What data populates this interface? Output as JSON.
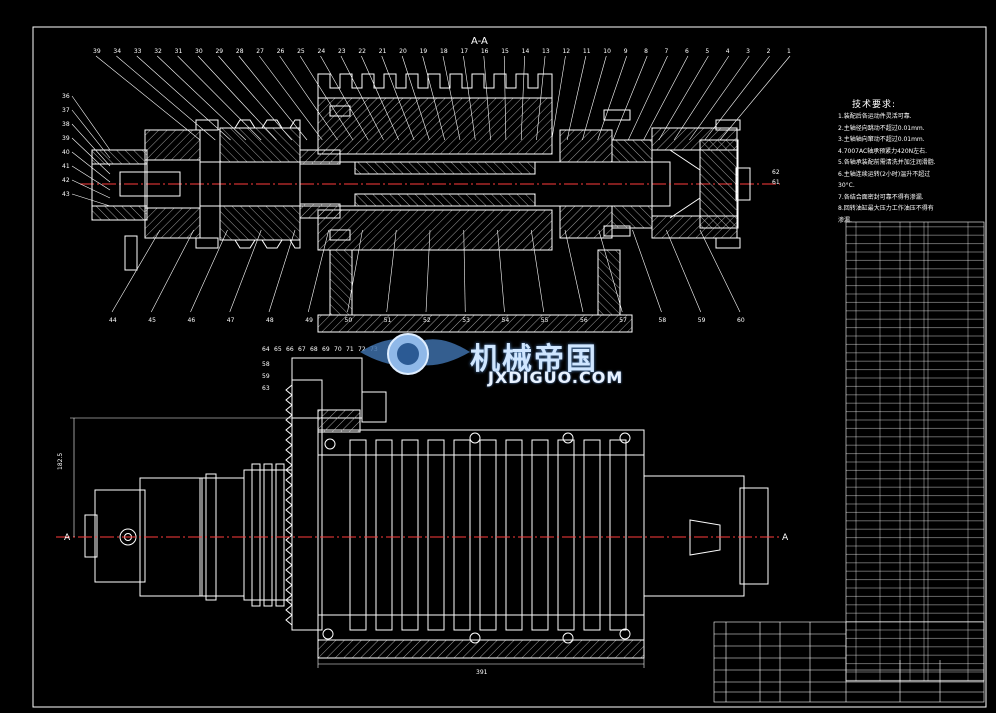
{
  "section_label": "A-A",
  "section_marks": [
    "A",
    "A"
  ],
  "watermark": {
    "title": "机械帝国",
    "subtitle": "JXDIGUO.COM"
  },
  "requirements": {
    "title": "技术要求:",
    "items": [
      "1.装配后各运动件灵活可靠.",
      "2.主轴径向跳动不超过0.01mm.",
      "3.主轴轴向窜动不超过0.01mm.",
      "4.7007AC轴承预紧力420N左右.",
      "5.各轴承装配前需清洗并加注润滑脂.",
      "6.主轴连续运转(2小时)温升不超过",
      "30°C.",
      "7.各结合面密封可靠不得有渗漏.",
      "8.回转油缸最大压力工作油压不得有",
      "渗漏."
    ]
  },
  "top_numbers": [
    "39",
    "34",
    "33",
    "32",
    "31",
    "30",
    "29",
    "28",
    "27",
    "26",
    "25",
    "24",
    "23",
    "22",
    "21",
    "20",
    "19",
    "18",
    "17",
    "16",
    "15",
    "14",
    "13",
    "12",
    "11",
    "10",
    "9",
    "8",
    "7",
    "6",
    "5",
    "4",
    "3",
    "2",
    "1"
  ],
  "left_numbers": [
    "36",
    "37",
    "38",
    "39",
    "40",
    "41",
    "42",
    "43"
  ],
  "bottom_numbers": [
    "44",
    "45",
    "46",
    "47",
    "48",
    "49",
    "50",
    "51",
    "52",
    "53",
    "54",
    "55",
    "56",
    "57",
    "58",
    "59",
    "60"
  ],
  "right_numbers": [
    "62",
    "61"
  ],
  "lower_top_numbers": [
    "64",
    "65",
    "66",
    "67",
    "68",
    "69",
    "70",
    "71",
    "72",
    "73"
  ],
  "lower_left_numbers": [
    "58",
    "59",
    "63"
  ],
  "dims": {
    "width_total": "391",
    "height_left": "182.5"
  }
}
